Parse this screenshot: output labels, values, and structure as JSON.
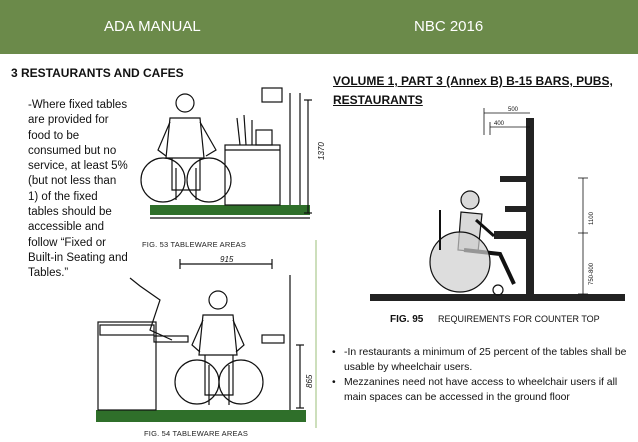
{
  "header": {
    "left_title": "ADA MANUAL",
    "right_title": "NBC 2016"
  },
  "left_section": {
    "heading": "3 RESTAURANTS AND CAFES",
    "body": "-Where fixed tables are provided for food to be consumed but no service, at least 5% (but not less than 1) of the fixed tables should be accessible and follow  “Fixed or Built-in Seating and Tables.”",
    "fig53_caption": "FIG. 53  TABLEWARE AREAS",
    "fig53_dimension": "1370",
    "fig54_caption": "FIG. 54  TABLEWARE AREAS",
    "fig54_dimension_top": "915",
    "fig54_dimension_side": "865"
  },
  "right_section": {
    "heading": "VOLUME 1, PART 3 (Annex B)  B-15 BARS, PUBS, RESTAURANTS",
    "fig95": {
      "dim_500": "500",
      "dim_400": "400",
      "dim_1100": "1100",
      "dim_750_800": "750-800",
      "caption_label": "FIG. 95",
      "caption_text": "REQUIREMENTS FOR COUNTER TOP"
    },
    "bullets": [
      "-In restaurants a minimum of 25 percent of the tables shall be usable by wheelchair users.",
      "Mezzanines need not have access to wheelchair users if all main spaces can be accessed in the ground floor"
    ]
  },
  "colors": {
    "header_bg": "#6b8a4a",
    "floor_green": "#2f6f2a"
  }
}
